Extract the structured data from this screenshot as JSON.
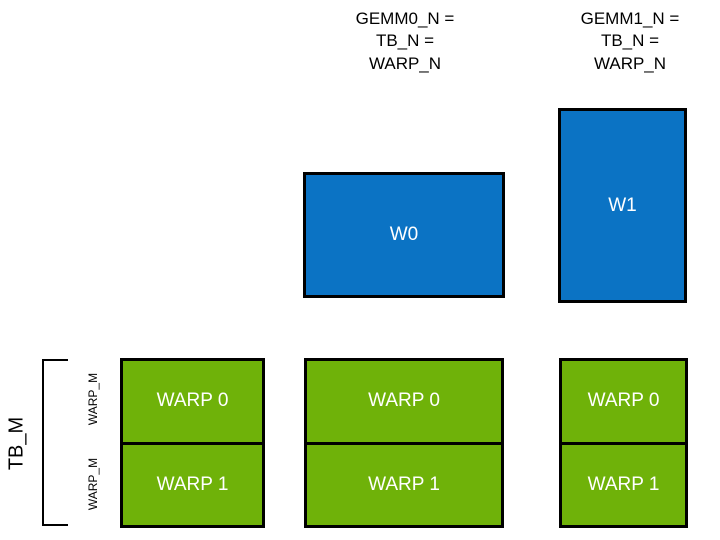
{
  "diagram": {
    "title_visible": false,
    "background_color": "#ffffff",
    "colors": {
      "warp_tile_blue": "#0b73c4",
      "warp_row_green": "#6fb209",
      "outline": "#000000",
      "box_text": "#ffffff",
      "caption_text": "#000000"
    },
    "headers": [
      {
        "id": "gemm0",
        "text": "GEMM0_N =\nTB_N =\nWARP_N"
      },
      {
        "id": "gemm1",
        "text": "GEMM1_N =\nTB_N =\nWARP_N"
      }
    ],
    "blue_boxes": [
      {
        "id": "w0",
        "label": "W0"
      },
      {
        "id": "w1",
        "label": "W1"
      }
    ],
    "green_columns": [
      {
        "id": "col-0",
        "cells": [
          {
            "label": "WARP 0"
          },
          {
            "label": "WARP 1"
          }
        ]
      },
      {
        "id": "col-1",
        "cells": [
          {
            "label": "WARP 0"
          },
          {
            "label": "WARP 1"
          }
        ]
      },
      {
        "id": "col-2",
        "cells": [
          {
            "label": "WARP 0"
          },
          {
            "label": "WARP 1"
          }
        ]
      }
    ],
    "axis_labels": {
      "tb_m": "TB_M",
      "warp_m_top": "WARP_M",
      "warp_m_bottom": "WARP_M"
    }
  }
}
